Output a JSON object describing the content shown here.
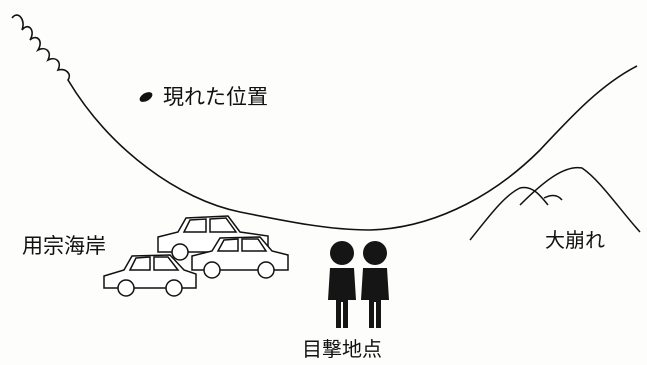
{
  "labels": {
    "appeared_position": "現れた位置",
    "coast": "用宗海岸",
    "landslide": "大崩れ",
    "witness_point": "目撃地点"
  },
  "colors": {
    "ink": "#111111",
    "background": "#fdfdfb",
    "figure_fill": "#151515"
  },
  "icons": [
    "object-dot-icon",
    "car-icon",
    "car-icon",
    "car-icon",
    "person-icon",
    "person-icon",
    "mountain-icon"
  ]
}
